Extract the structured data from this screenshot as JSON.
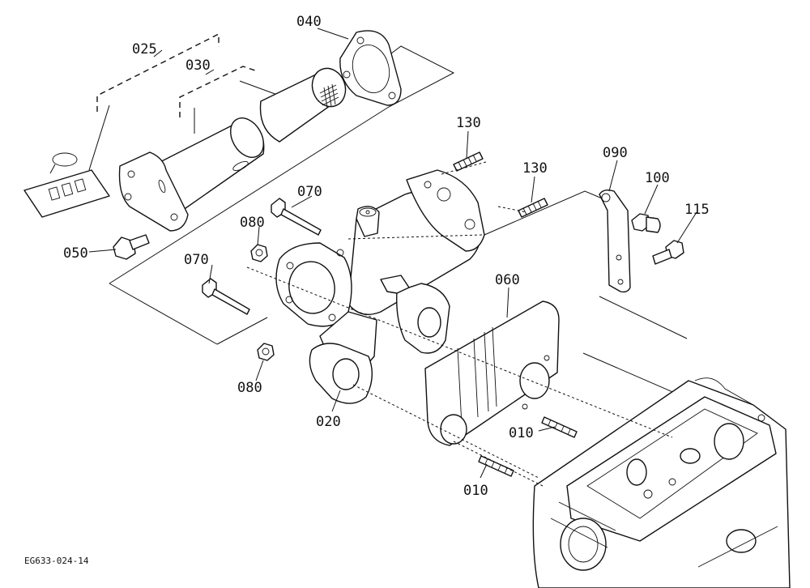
{
  "diagram_code": "EG633-024-14",
  "callouts": {
    "p025": "025",
    "p030": "030",
    "p040": "040",
    "p050": "050",
    "p070a": "070",
    "p070b": "070",
    "p080a": "080",
    "p080b": "080",
    "p130a": "130",
    "p130b": "130",
    "p090": "090",
    "p100": "100",
    "p115": "115",
    "p060": "060",
    "p020": "020",
    "p010a": "010",
    "p010b": "010"
  }
}
